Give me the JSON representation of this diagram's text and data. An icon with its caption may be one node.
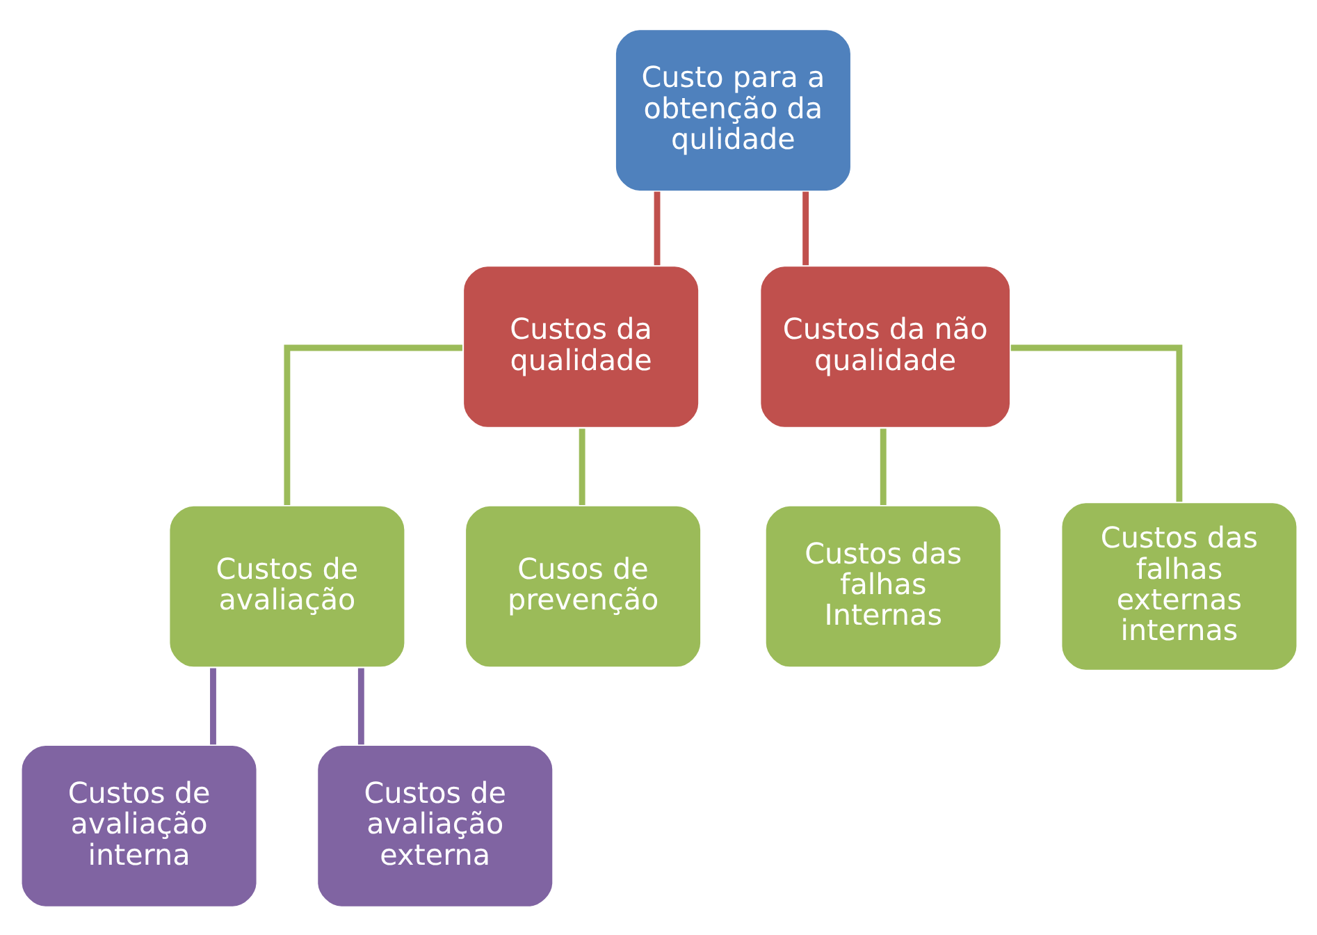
{
  "diagram": {
    "nodes": [
      {
        "text": [
          "Custo para a obtenção da qulidade"
        ]
      },
      {
        "text": [
          "Custos da qualidade"
        ]
      },
      {
        "text": [
          "Custos da não qualidade"
        ]
      },
      {
        "text": [
          "Custos de avaliação"
        ]
      },
      {
        "text": [
          "Cusos de prevenção"
        ]
      },
      {
        "text": [
          "Custos das falhas Internas"
        ]
      },
      {
        "text": [
          "Custos das falhas externas internas"
        ]
      },
      {
        "text": [
          "Custos de avaliação interna"
        ]
      },
      {
        "text": [
          "Custos de avaliação externa"
        ]
      }
    ],
    "edges": [
      {
        "from": 0,
        "to": 1,
        "arrow": "none",
        "color": "#c0504d"
      },
      {
        "from": 0,
        "to": 2,
        "arrow": "none",
        "color": "#c0504d"
      },
      {
        "from": 1,
        "to": 3,
        "arrow": "none"
      },
      {
        "from": 1,
        "to": 4,
        "arrow": "none"
      },
      {
        "from": 2,
        "to": 5,
        "arrow": "none"
      },
      {
        "from": 2,
        "to": 6,
        "arrow": "none"
      },
      {
        "from": 3,
        "to": 7,
        "arrow": "none",
        "color": "#8064a2"
      },
      {
        "from": 3,
        "to": 8,
        "arrow": "none",
        "color": "#8064a2"
      }
    ]
  }
}
